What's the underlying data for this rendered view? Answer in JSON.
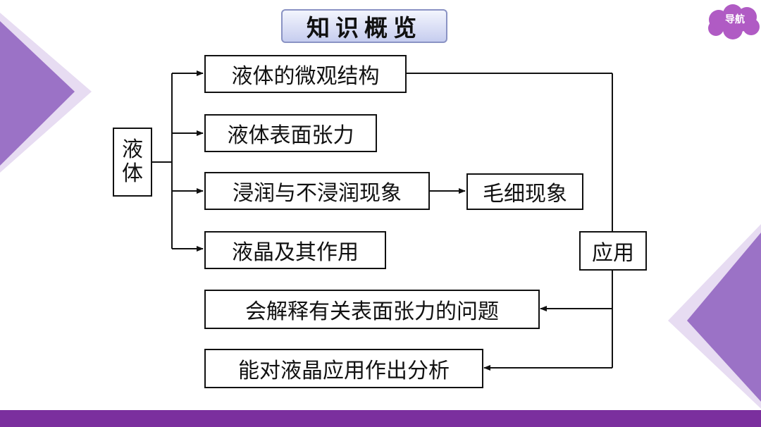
{
  "title": "知识概览",
  "nav_button": "导航",
  "colors": {
    "accent": "#7b2f9e",
    "decor_purple": "#8e5fb8",
    "title_bg": "#c6cdef"
  },
  "diagram": {
    "root": "液体",
    "topics": [
      "液体的微观结构",
      "液体表面张力",
      "浸润与不浸润现象",
      "液晶及其作用"
    ],
    "sub_topic": "毛细现象",
    "application": "应用",
    "applications": [
      "会解释有关表面张力的问题",
      "能对液晶应用作出分析"
    ]
  }
}
